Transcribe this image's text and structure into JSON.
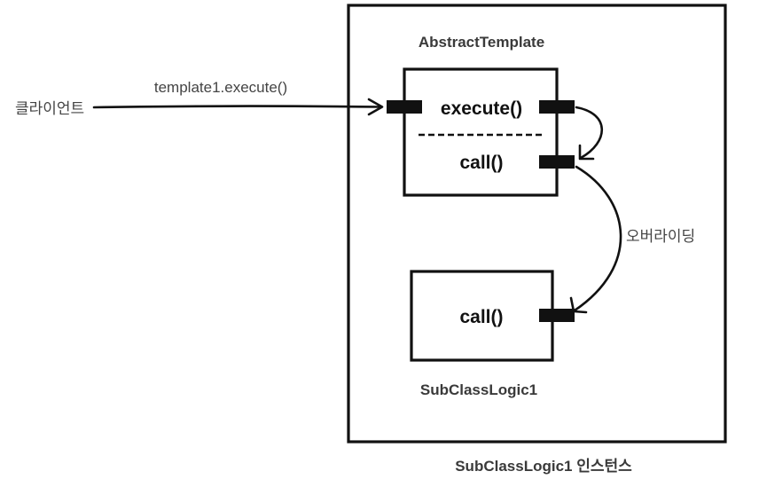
{
  "client_label": "클라이언트",
  "call_label": "template1.execute()",
  "override_label": "오버라이딩",
  "abstract_template": {
    "title": "AbstractTemplate",
    "execute_label": "execute()",
    "call_label": "call()"
  },
  "subclass": {
    "title": "SubClassLogic1",
    "call_label": "call()"
  },
  "instance_label": "SubClassLogic1 인스턴스"
}
